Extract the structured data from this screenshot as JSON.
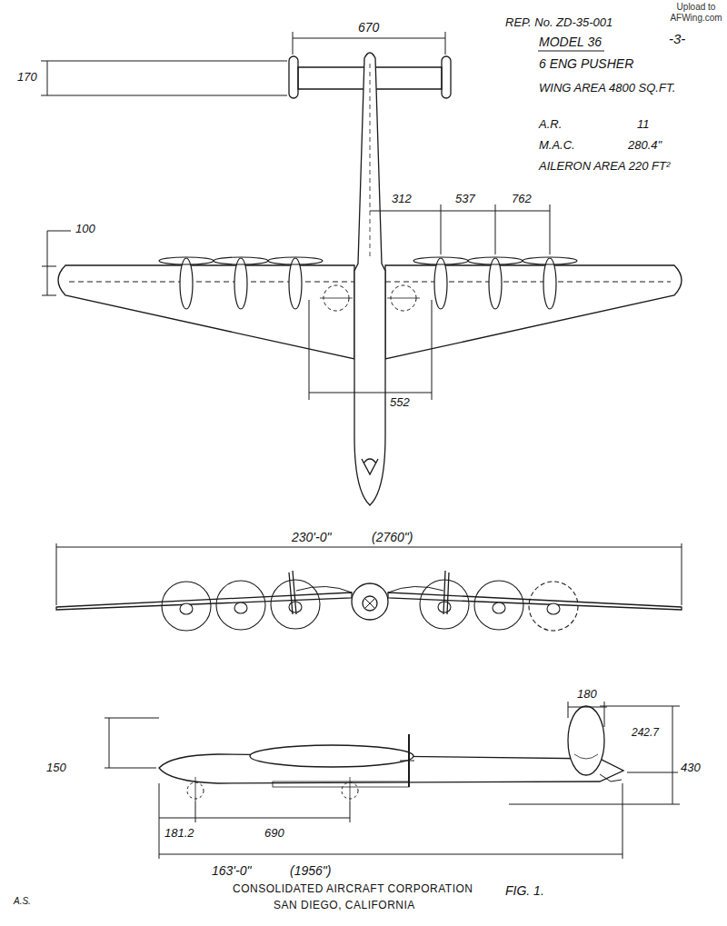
{
  "diagram": {
    "labels": [
      "Upload to AFWing.com",
      "REP. No. ZD-35-001",
      "-3-",
      "MODEL 36",
      "6 ENG PUSHER",
      "WING AREA 4800 SQ.FT.",
      "A.R.",
      "11",
      "M.A.C.",
      "280.4\"",
      "AILERON AREA 220 FT²",
      "670",
      "170",
      "312",
      "537",
      "762",
      "100",
      "552",
      "230'-0\"",
      "(2760\")",
      "180",
      "242.7",
      "430",
      "150",
      "181.2",
      "690",
      "163'-0\"",
      "(1956\")",
      "CONSOLIDATED AIRCRAFT CORPORATION",
      "SAN DIEGO, CALIFORNIA",
      "FIG. 1.",
      "A.S."
    ]
  }
}
